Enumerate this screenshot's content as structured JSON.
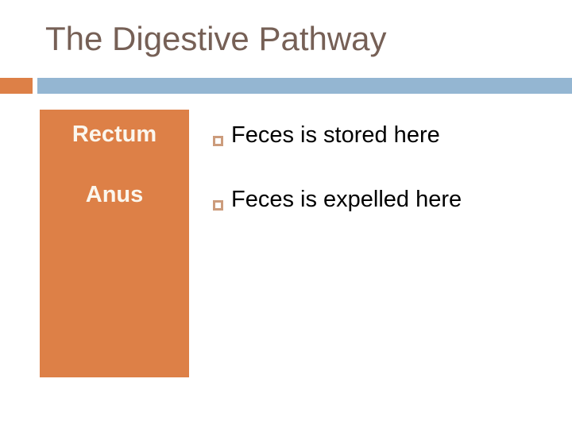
{
  "slide": {
    "title": "The Digestive Pathway",
    "diagram_box": {
      "labels": [
        "Rectum",
        "Anus"
      ]
    },
    "bullets": [
      "Feces is stored here",
      "Feces is expelled here"
    ],
    "colors": {
      "accent_orange": "#DD8047",
      "accent_blue": "#94B6D2",
      "title_text": "#766056",
      "bullet_marker_border": "#CC9C7C",
      "box_label_text": "#FBF6ED",
      "body_text": "#000000",
      "background": "#FFFFFF"
    }
  }
}
